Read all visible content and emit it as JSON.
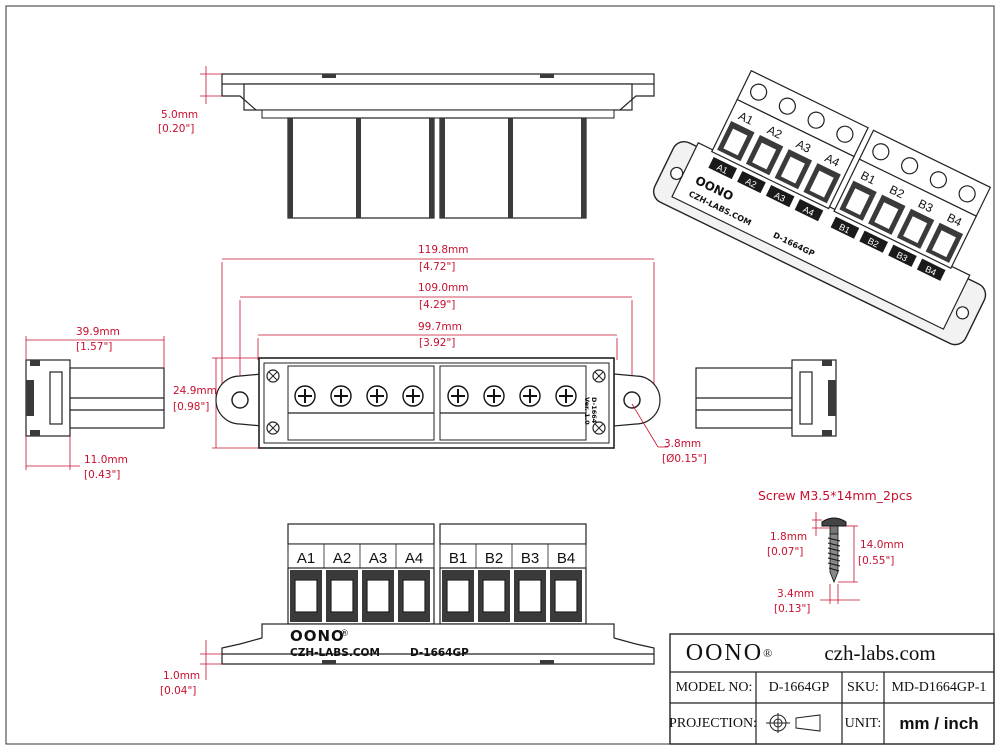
{
  "terminals": [
    "A1",
    "A2",
    "A3",
    "A4",
    "B1",
    "B2",
    "B3",
    "B4"
  ],
  "brand": {
    "logo": "OONO",
    "registered": "®",
    "website": "CZH-LABS.COM",
    "part": "D-1664GP",
    "ver_line1": "D-1664",
    "ver_line2": "Ver. 1.0"
  },
  "dims": {
    "top_height_mm": "5.0mm",
    "top_height_in": "[0.20\"]",
    "overall_len_mm": "119.8mm",
    "overall_len_in": "[4.72\"]",
    "hole_spacing_mm": "109.0mm",
    "hole_spacing_in": "[4.29\"]",
    "body_len_mm": "99.7mm",
    "body_len_in": "[3.92\"]",
    "depth_mm": "39.9mm",
    "depth_in": "[1.57\"]",
    "width_mm": "24.9mm",
    "width_in": "[0.98\"]",
    "side_mm": "11.0mm",
    "side_in": "[0.43\"]",
    "hole_mm": "3.8mm",
    "hole_in": "[Ø0.15\"]",
    "base_mm": "1.0mm",
    "base_in": "[0.04\"]"
  },
  "screw": {
    "title": "Screw  M3.5*14mm_2pcs",
    "head_mm": "1.8mm",
    "head_in": "[0.07\"]",
    "len_mm": "14.0mm",
    "len_in": "[0.55\"]",
    "dia_mm": "3.4mm",
    "dia_in": "[0.13\"]"
  },
  "title_block": {
    "logo": "OONO",
    "registered": "®",
    "website": "czh-labs.com",
    "model_label": "MODEL NO:",
    "model_value": "D-1664GP",
    "sku_label": "SKU:",
    "sku_value": "MD-D1664GP-1",
    "projection_label": "PROJECTION:",
    "unit_label": "UNIT:",
    "unit_value": "mm / inch"
  }
}
